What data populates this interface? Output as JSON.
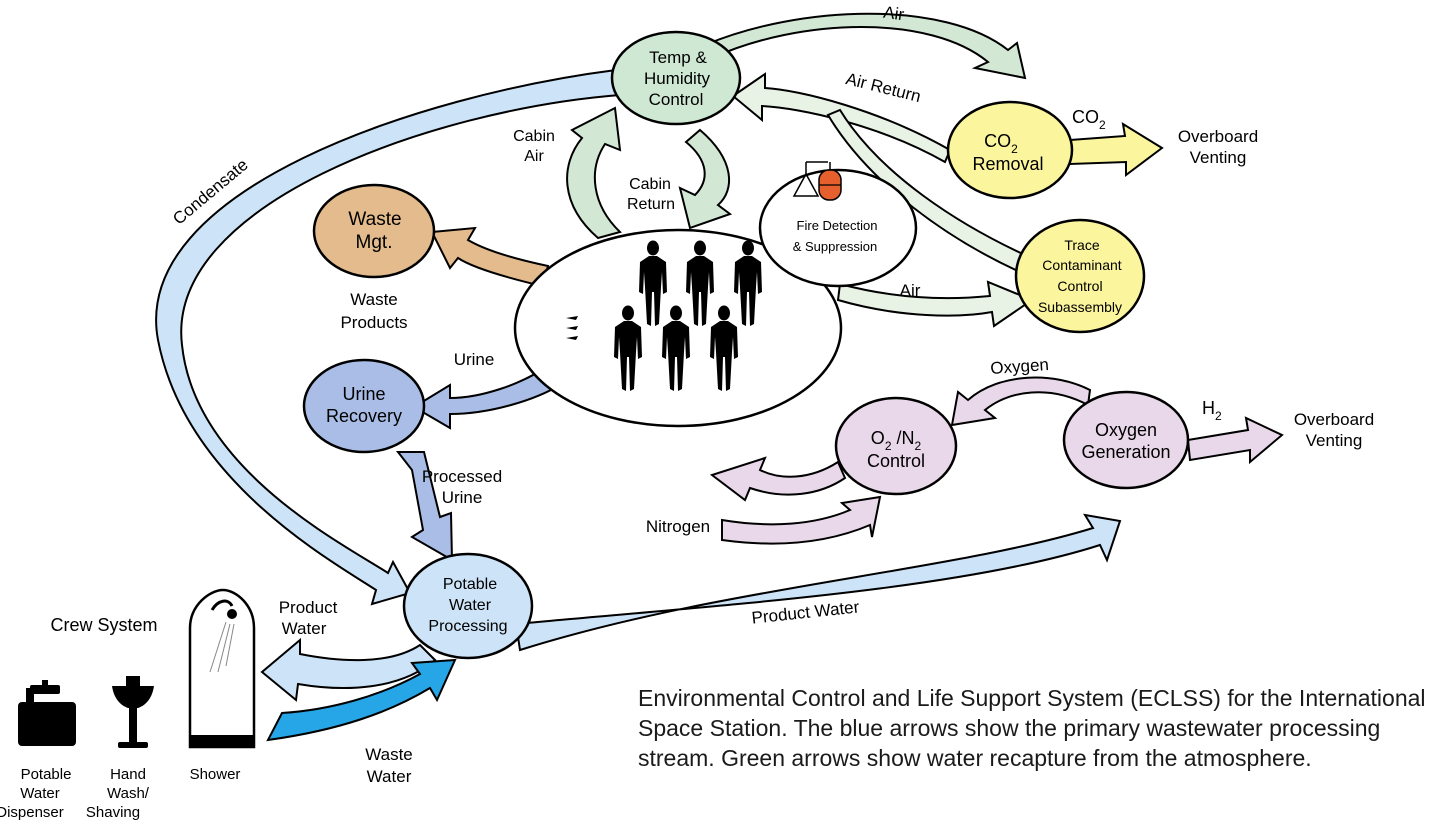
{
  "nodes": {
    "temp_humidity": [
      "Temp &",
      "Humidity",
      "Control"
    ],
    "co2_removal": [
      "CO",
      "2",
      "Removal"
    ],
    "trace_contaminant": [
      "Trace",
      "Contaminant",
      "Control",
      "Subassembly"
    ],
    "waste_mgt": [
      "Waste",
      "Mgt."
    ],
    "urine_recovery": [
      "Urine",
      "Recovery"
    ],
    "potable_water": [
      "Potable",
      "Water",
      "Processing"
    ],
    "o2_n2": [
      "O",
      "2",
      " /N",
      "2",
      "Control"
    ],
    "oxygen_generation": [
      "Oxygen",
      "Generation"
    ],
    "fire_detection": [
      "Fire Detection",
      "& Suppression"
    ]
  },
  "flows": {
    "air_top": "Air",
    "air_return": "Air Return",
    "co2": [
      "CO",
      "2"
    ],
    "overboard_venting_1": [
      "Overboard",
      "Venting"
    ],
    "cabin_air": [
      "Cabin",
      "Air"
    ],
    "cabin_return": [
      "Cabin",
      "Return"
    ],
    "condensate": "Condensate",
    "waste_products": [
      "Waste",
      "Products"
    ],
    "air_mid": "Air",
    "urine": "Urine",
    "processed_urine": [
      "Processed",
      "Urine"
    ],
    "oxygen": "Oxygen",
    "h2": [
      "H",
      "2"
    ],
    "overboard_venting_2": [
      "Overboard",
      "Venting"
    ],
    "nitrogen": "Nitrogen",
    "product_water_left": [
      "Product",
      "Water"
    ],
    "product_water_long": "Product Water",
    "waste_water": [
      "Waste",
      "Water"
    ]
  },
  "crew": {
    "title": "Crew System",
    "potable_dispenser": [
      "Potable",
      "Water",
      "Dispenser"
    ],
    "hand_wash": [
      "Hand",
      "Wash/",
      "Shaving"
    ],
    "shower": "Shower"
  },
  "caption": "Environmental Control and Life Support System (ECLSS) for the International Space Station.  The blue arrows show the primary wastewater processing stream.  Green arrows show water recapture from the atmosphere.",
  "colors": {
    "green_node": "#cfe8d4",
    "yellow_node": "#fbf59e",
    "orange_node": "#e4bb8d",
    "blue_node": "#a9bde6",
    "light_blue_node": "#cde3f7",
    "pink_node": "#e8d8ea",
    "blue_arrow": "#cfe3f6",
    "dark_blue_arrow": "#26a6e6",
    "green_arrow": "#e8f3e6",
    "pink_arrow": "#ead8ea"
  },
  "icons": [
    "tank-icon",
    "fan-icon",
    "astronaut-icon",
    "faucet-icon",
    "sink-icon",
    "shower-icon"
  ]
}
